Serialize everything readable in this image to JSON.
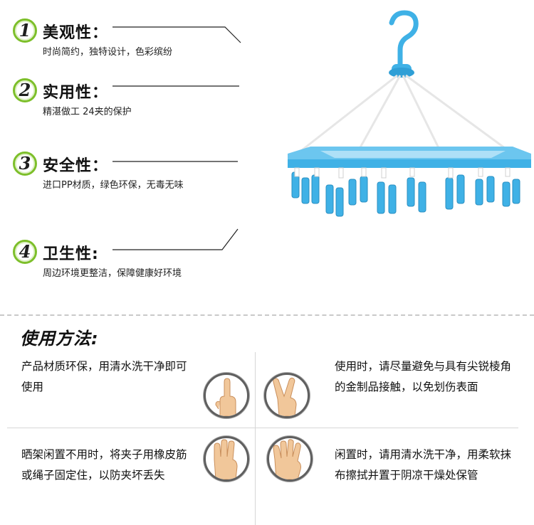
{
  "features": [
    {
      "number": "1",
      "title": "美观性：",
      "desc": "时尚简约，独特设计，色彩缤纷"
    },
    {
      "number": "2",
      "title": "实用性：",
      "desc": "精湛做工 24夹的保护"
    },
    {
      "number": "3",
      "title": "安全性：",
      "desc": "进口PP材质，绿色环保，无毒无味"
    },
    {
      "number": "4",
      "title": "卫生性:",
      "desc": "周边环境更整洁，保障健康好环境"
    }
  ],
  "usage": {
    "title": "使用方法:",
    "tips": [
      "产品材质环保，用清水洗干净即可使用",
      "使用时，请尽量避免与具有尖锐棱角的金制品接触，以免划伤表面",
      "晒架闲置不用时，将夹子用橡皮筋或绳子固定住，以防夹坏丢失",
      "闲置时，请用清水洗干净，用柔软抹布擦拭并置于阴凉干燥处保管"
    ],
    "hand_icons": [
      "hand-one-finger-icon",
      "hand-two-fingers-icon",
      "hand-three-fingers-icon",
      "hand-four-fingers-icon"
    ]
  },
  "colors": {
    "badge_green": "#7dbf2a",
    "hanger_blue": "#3fb1e6",
    "skin": "#f1c79a"
  }
}
